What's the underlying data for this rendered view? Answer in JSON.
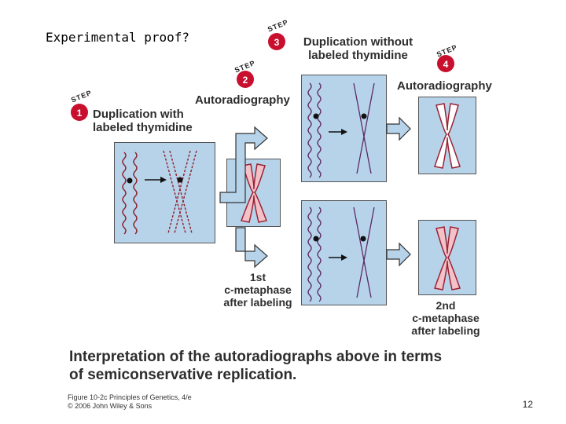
{
  "slide": {
    "title": "Experimental proof?",
    "page_number": "12"
  },
  "steps": [
    {
      "badge": "STEP",
      "number": "1",
      "line1": "Duplication with",
      "line2": "labeled thymidine"
    },
    {
      "badge": "STEP",
      "number": "2",
      "label": "Autoradiography"
    },
    {
      "badge": "STEP",
      "number": "3",
      "line1": "Duplication without",
      "line2": "labeled thymidine"
    },
    {
      "badge": "STEP",
      "number": "4",
      "label": "Autoradiography"
    }
  ],
  "captions": {
    "first": [
      "1st",
      "c-metaphase",
      "after labeling"
    ],
    "second": [
      "2nd",
      "c-metaphase",
      "after labeling"
    ]
  },
  "interpretation": {
    "line1": "Interpretation of the autoradiographs above in terms",
    "line2": "of semiconservative replication."
  },
  "credit": {
    "line1": "Figure 10-2c Principles of Genetics, 4/e",
    "line2": "© 2006 John Wiley & Sons"
  },
  "colors": {
    "panel": "#b7d3ea",
    "step_circle": "#c8102e",
    "labeled_dots": "#c8102e",
    "arrow_fill": "#b7d3ea",
    "chromosome_labeled": "#f2c2c8",
    "chromosome_unlabeled": "#ffffff"
  }
}
